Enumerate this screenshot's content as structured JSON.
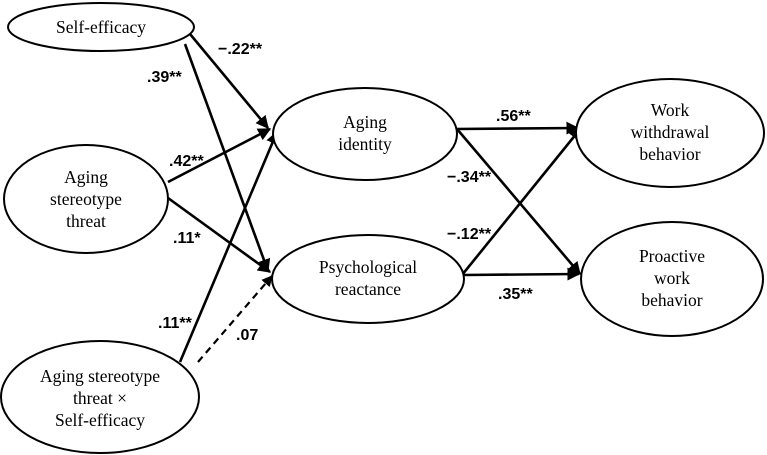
{
  "nodes": {
    "self_efficacy": {
      "lines": [
        "Self-efficacy"
      ]
    },
    "threat": {
      "lines": [
        "Aging",
        "stereotype",
        "threat"
      ]
    },
    "interaction": {
      "lines": [
        "Aging stereotype",
        "threat ×",
        "Self-efficacy"
      ]
    },
    "identity": {
      "lines": [
        "Aging",
        "identity"
      ]
    },
    "reactance": {
      "lines": [
        "Psychological",
        "reactance"
      ]
    },
    "withdrawal": {
      "lines": [
        "Work",
        "withdrawal",
        "behavior"
      ]
    },
    "proactive": {
      "lines": [
        "Proactive",
        "work",
        "behavior"
      ]
    }
  },
  "paths": {
    "se_identity": "−.22**",
    "se_reactance": ".39**",
    "threat_identity": ".42**",
    "threat_reactance": ".11*",
    "inter_identity": ".11**",
    "inter_reactance": ".07",
    "identity_withdrawal": ".56**",
    "identity_proactive": "−.34**",
    "reactance_withdrawal": "−.12**",
    "reactance_proactive": ".35**"
  }
}
